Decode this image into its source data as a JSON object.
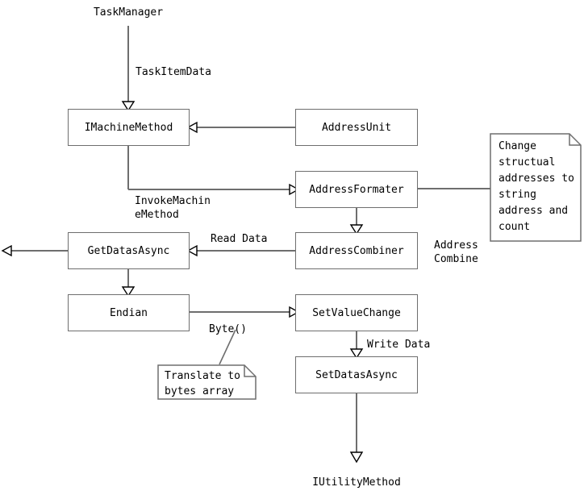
{
  "diagram": {
    "title": "TaskManager flow diagram",
    "stroke_color": "#6e6e6e",
    "text_color": "#000000",
    "background": "#ffffff"
  },
  "endpoints": {
    "top": "TaskManager",
    "bottom": "IUtilityMethod"
  },
  "nodes": [
    {
      "id": "imachinemethod",
      "label": "IMachineMethod"
    },
    {
      "id": "addressunit",
      "label": "AddressUnit"
    },
    {
      "id": "addressformater",
      "label": "AddressFormater"
    },
    {
      "id": "addresscombiner",
      "label": "AddressCombiner"
    },
    {
      "id": "getdatasasync",
      "label": "GetDatasAsync"
    },
    {
      "id": "endian",
      "label": "Endian"
    },
    {
      "id": "setvaluechange",
      "label": "SetValueChange"
    },
    {
      "id": "setdatasasync",
      "label": "SetDatasAsync"
    }
  ],
  "edge_labels": {
    "task_item_data": "TaskItemData",
    "invoke_machine_method_line1": "InvokeMachin",
    "invoke_machine_method_line2": "eMethod",
    "read_data": "Read Data",
    "byte": "Byte()",
    "write_data": "Write Data"
  },
  "free_labels": {
    "address_combine_line1": "Address",
    "address_combine_line2": "Combine"
  },
  "notes": [
    {
      "id": "note-address-format",
      "text": "Change\nstructual\naddresses to\nstring\naddress and\ncount"
    },
    {
      "id": "note-translate-bytes",
      "text": "Translate to\nbytes array"
    }
  ]
}
